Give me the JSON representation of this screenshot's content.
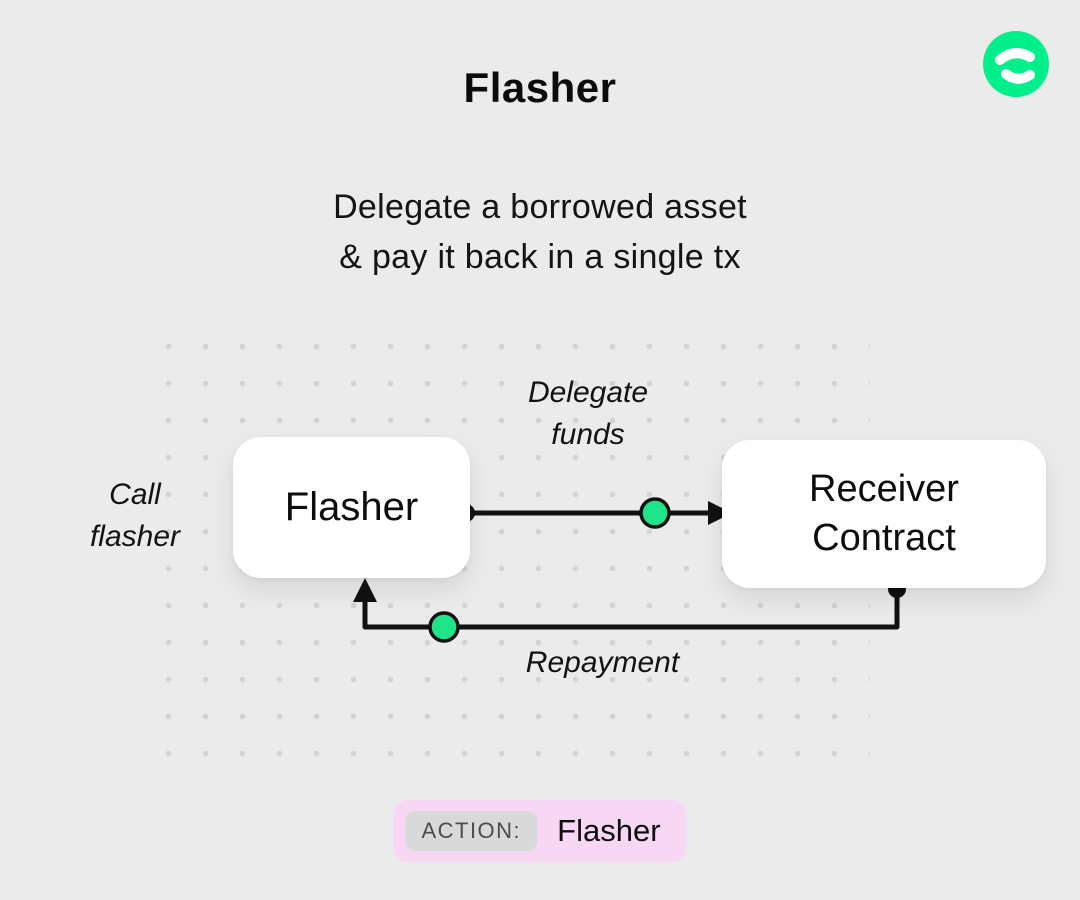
{
  "page": {
    "background": "#ebebeb",
    "accent_green": "#1fe48a",
    "logo_green": "#00ef8b",
    "pill_pink": "#f8d7f5"
  },
  "header": {
    "title": "Flasher",
    "logo_icon": "flow-logo"
  },
  "subtitle": {
    "line1": "Delegate a borrowed asset",
    "line2": "& pay it back in a single tx"
  },
  "diagram": {
    "call_label": {
      "line1": "Call",
      "line2": "flasher"
    },
    "delegate_label": {
      "line1": "Delegate",
      "line2": "funds"
    },
    "repayment_label": "Repayment",
    "flasher_node": "Flasher",
    "receiver_node": {
      "line1": "Receiver",
      "line2": "Contract"
    }
  },
  "action_bar": {
    "badge": "ACTION:",
    "value": "Flasher"
  }
}
